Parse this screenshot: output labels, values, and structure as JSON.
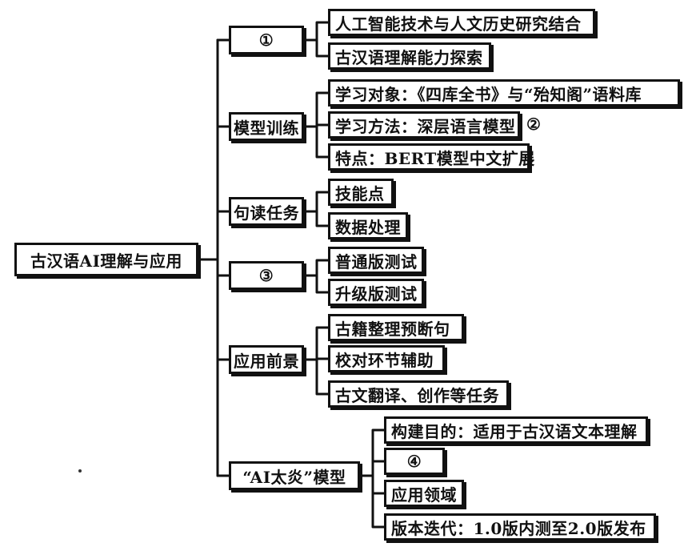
{
  "root": "古汉语AI理解与应用",
  "branches": [
    {
      "label": "①",
      "children": [
        "人工智能技术与人文历史研究结合",
        "古汉语理解能力探索"
      ]
    },
    {
      "label": "模型训练",
      "children": [
        "学习对象：《四库全书》与“殆知阁”语料库",
        "学习方法：深层语言模型",
        "特点：BERT模型中文扩展"
      ]
    },
    {
      "label": "句读任务",
      "children": [
        "技能点",
        "数据处理"
      ]
    },
    {
      "label": "③",
      "children": [
        "普通版测试",
        "升级版测试"
      ]
    },
    {
      "label": "应用前景",
      "children": [
        "古籍整理预断句",
        "校对环节辅助",
        "古文翻译、创作等任务"
      ]
    },
    {
      "label": "“AI太炎”模型",
      "children": [
        "构建目的：适用于古汉语文本理解",
        "④",
        "应用领域",
        "版本迭代：1.0版内测至2.0版发布"
      ]
    }
  ],
  "annotation": "②"
}
